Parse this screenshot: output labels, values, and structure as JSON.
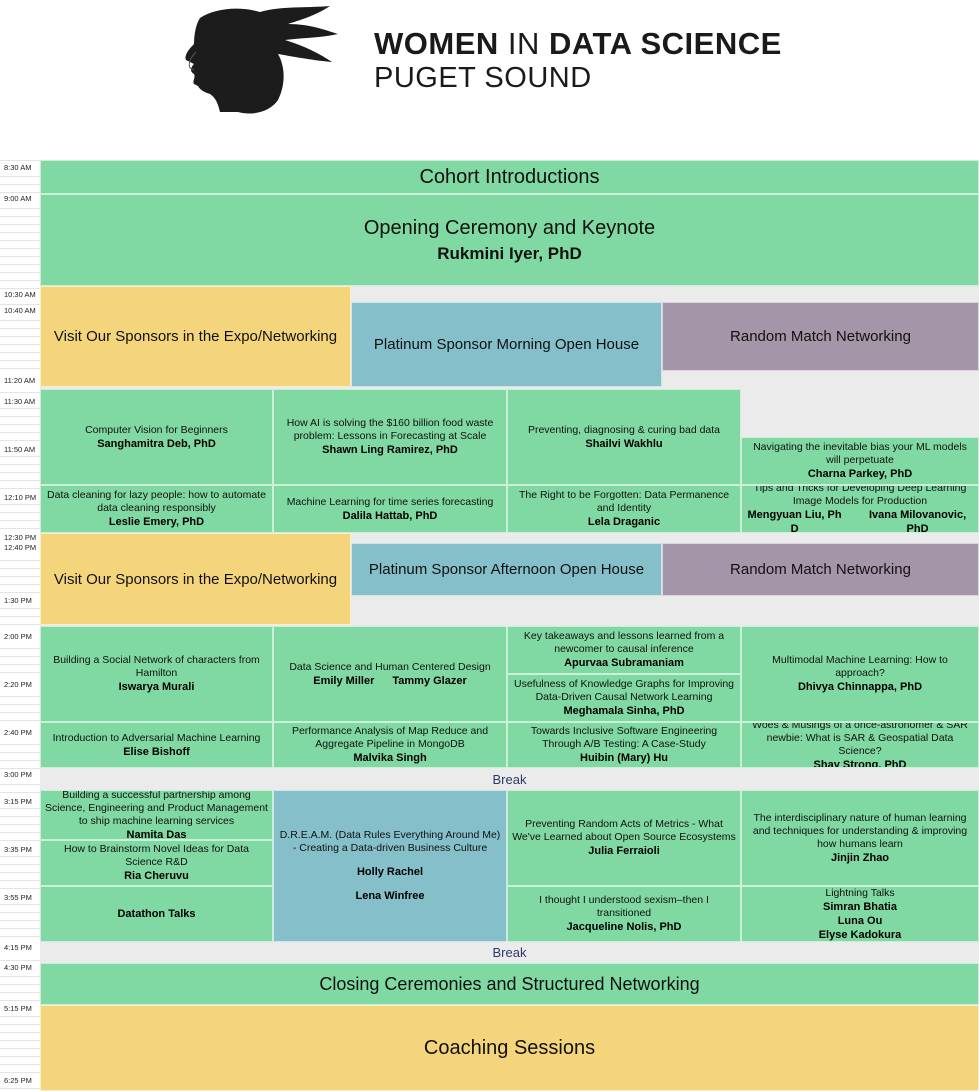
{
  "logo": {
    "word1": "WOMEN",
    "word2": "IN",
    "word3": "DATA SCIENCE",
    "line2": "PUGET SOUND"
  },
  "times": [
    "8:30 AM",
    "9:00 AM",
    "10:30 AM",
    "10:40 AM",
    "11:20 AM",
    "11:30 AM",
    "11:50 AM",
    "12:10 PM",
    "12:30 PM",
    "12:40 PM",
    "1:30 PM",
    "2:00 PM",
    "2:20 PM",
    "2:40 PM",
    "3:00 PM",
    "3:15 PM",
    "3:35 PM",
    "3:55 PM",
    "4:15 PM",
    "4:30 PM",
    "5:15 PM",
    "6:25 PM"
  ],
  "colors": {
    "green": "#80d8a2",
    "yellow": "#f4d57c",
    "teal": "#84bfca",
    "purple": "#a595a8"
  },
  "morning": {
    "cohort": "Cohort Introductions",
    "opening": "Opening Ceremony and Keynote",
    "keynote_speaker": "Rukmini Iyer, PhD",
    "expo": "Visit Our Sponsors in the Expo/Networking",
    "platinum": "Platinum Sponsor Morning Open House",
    "random": "Random Match Networking"
  },
  "session1": [
    {
      "title": "Computer Vision for Beginners",
      "speaker": "Sanghamitra Deb, PhD"
    },
    {
      "title": "How AI is solving the $160 billion food waste problem: Lessons in Forecasting at Scale",
      "speaker": "Shawn Ling Ramirez, PhD"
    },
    {
      "title": "Preventing, diagnosing & curing bad data",
      "speaker": "Shailvi Wakhlu"
    },
    {
      "title": "Navigating the inevitable bias your ML models will perpetuate",
      "speaker": "Charna Parkey, PhD"
    },
    {
      "title": "Data cleaning for lazy people: how to automate data cleaning responsibly",
      "speaker": "Leslie Emery, PhD"
    },
    {
      "title": "Machine Learning for time series forecasting",
      "speaker": "Dalila Hattab, PhD"
    },
    {
      "title": "The Right to be Forgotten: Data Permanence and Identity",
      "speaker": "Lela Draganic"
    },
    {
      "title": "Tips and Tricks for Developing Deep Learning Image Models for Production",
      "speaker1": "Mengyuan Liu, Ph D",
      "speaker2": "Ivana Milovanovic, PhD"
    }
  ],
  "afternoon": {
    "expo": "Visit Our Sponsors in the Expo/Networking",
    "platinum": "Platinum Sponsor Afternoon Open House",
    "random": "Random Match Networking"
  },
  "session2": [
    {
      "title": "Building a Social Network of characters from Hamilton",
      "speaker": "Iswarya Murali"
    },
    {
      "title": "Data Science and Human Centered Design",
      "speaker1": "Emily Miller",
      "speaker2": "Tammy Glazer"
    },
    {
      "title": "Key takeaways and lessons learned from a newcomer to causal inference",
      "speaker": "Apurvaa Subramaniam"
    },
    {
      "title": "Usefulness of Knowledge Graphs for Improving Data-Driven Causal Network Learning",
      "speaker": "Meghamala Sinha, PhD"
    },
    {
      "title": "Multimodal Machine Learning: How to approach?",
      "speaker": "Dhivya Chinnappa, PhD"
    },
    {
      "title": "Introduction to Adversarial Machine Learning",
      "speaker": "Elise Bishoff"
    },
    {
      "title": "Performance Analysis of Map Reduce and Aggregate Pipeline in MongoDB",
      "speaker": "Malvika Singh"
    },
    {
      "title": "Towards Inclusive Software Engineering Through A/B Testing: A Case-Study",
      "speaker": "Huibin (Mary) Hu"
    },
    {
      "title": "Woes & Musings of a once-astronomer & SAR newbie: What is SAR & Geospatial Data Science?",
      "speaker": "Shay Strong, PhD"
    }
  ],
  "break_label": "Break",
  "session3": {
    "c1a": {
      "title": "Building a successful partnership among Science, Engineering and Product Management to ship machine learning services",
      "speaker": "Namita Das"
    },
    "c1b": {
      "title": "How to Brainstorm Novel Ideas for Data Science R&D",
      "speaker": "Ria Cheruvu"
    },
    "c1c": {
      "speaker": "Datathon Talks"
    },
    "c2": {
      "title": "D.R.E.A.M. (Data Rules Everything Around Me) - Creating a Data-driven Business Culture",
      "speaker1": "Holly Rachel",
      "speaker2": "Lena Winfree"
    },
    "c3a": {
      "title": "Preventing Random Acts of Metrics - What We've Learned about Open Source Ecosystems",
      "speaker": "Julia Ferraioli"
    },
    "c3b": {
      "title": "I thought I understood sexism–then I transitioned",
      "speaker": "Jacqueline Nolis, PhD"
    },
    "c4a": {
      "title": "The interdisciplinary nature of human learning and techniques for understanding & improving how humans learn",
      "speaker": "Jinjin Zhao"
    },
    "c4b": {
      "title": "Lightning Talks",
      "speaker1": "Simran Bhatia",
      "speaker2": "Luna Ou",
      "speaker3": "Elyse Kadokura"
    }
  },
  "closing": "Closing Ceremonies and Structured Networking",
  "coaching": "Coaching Sessions"
}
